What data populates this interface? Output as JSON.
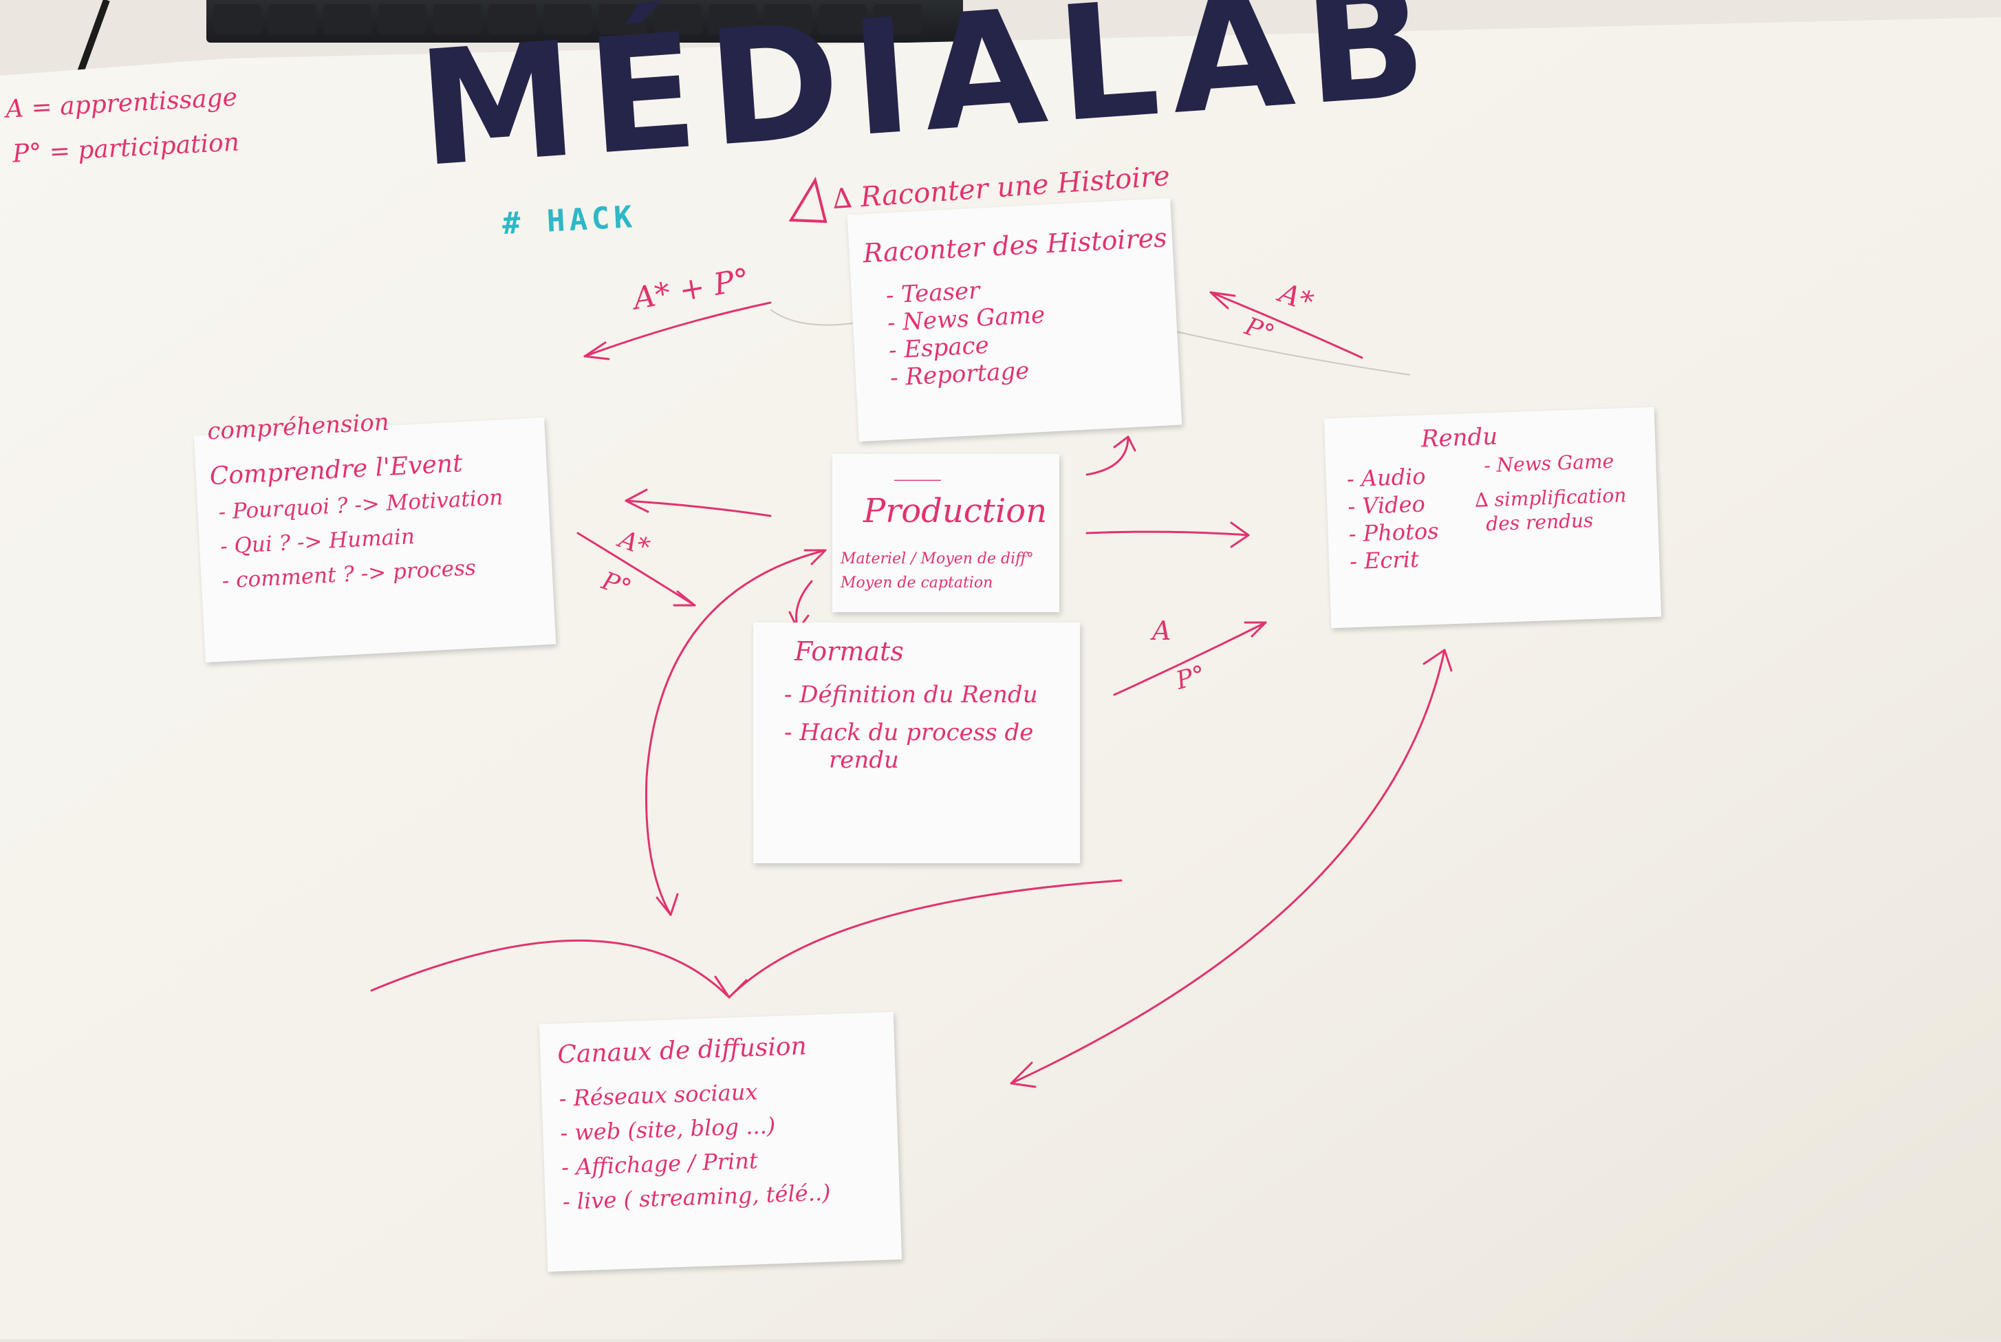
{
  "image": {
    "title": "MÉDIALAB",
    "tag": "# HACK",
    "legend": {
      "line1": "A = apprentissage",
      "line2": "P° = participation"
    },
    "subtitle": "∆ Raconter une Histoire",
    "notes": {
      "histoires": {
        "title": "Raconter des Histoires",
        "items": [
          "- Teaser",
          "- News Game",
          "- Espace",
          "- Reportage"
        ]
      },
      "comprehension": {
        "header": "compréhension",
        "title": "Comprendre l'Event",
        "items": [
          "- Pourquoi ? -> Motivation",
          "- Qui ? -> Humain",
          "- comment ? -> process"
        ]
      },
      "production": {
        "dash": "____",
        "title": "Production",
        "items": [
          "Materiel / Moyen de diff°",
          "Moyen de captation"
        ]
      },
      "rendu": {
        "title": "Rendu",
        "left_items": [
          "- Audio",
          "- Video",
          "- Photos",
          "- Ecrit"
        ],
        "right_items": [
          "- News Game",
          "∆ simplification",
          "des rendus"
        ]
      },
      "formats": {
        "title": "Formats",
        "items": [
          "- Définition du Rendu",
          "- Hack du process de",
          "rendu"
        ]
      },
      "canaux": {
        "title": "Canaux de diffusion",
        "items": [
          "- Réseaux sociaux",
          "- web (site, blog ...)",
          "- Affichage / Print",
          "- live ( streaming, télé..)"
        ]
      }
    },
    "arrow_labels": {
      "top_left": "A* + P°",
      "top_right_a": "A*",
      "top_right_p": "P°",
      "mid_left_a": "A*",
      "mid_left_p": "P°",
      "mid_right_a": "A",
      "mid_right_p": "P°"
    },
    "colors": {
      "ink_pink": "#e0336f",
      "title_navy": "#25254a",
      "hack_teal": "#2cb8c6",
      "paper": "#f6f4ef",
      "note": "#fbfbfb"
    }
  }
}
